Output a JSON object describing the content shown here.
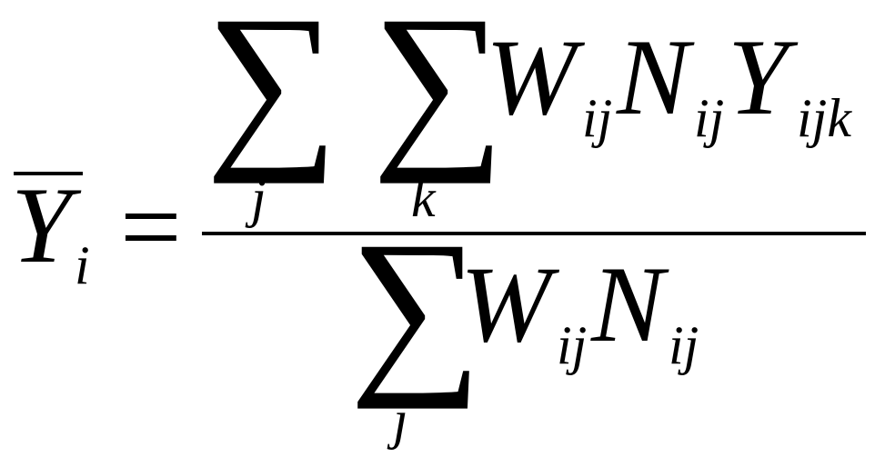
{
  "formula": {
    "lhs": {
      "symbol": "Y",
      "subscript": "i",
      "has_bar": true
    },
    "equals": "=",
    "numerator": {
      "sum1": {
        "symbol": "∑",
        "index": "j"
      },
      "sum2": {
        "symbol": "∑",
        "index": "k"
      },
      "terms": [
        {
          "symbol": "W",
          "subscript": "ij"
        },
        {
          "symbol": "N",
          "subscript": "ij"
        },
        {
          "symbol": "Y",
          "subscript": "ijk"
        }
      ]
    },
    "denominator": {
      "sum": {
        "symbol": "∑",
        "index": "j"
      },
      "terms": [
        {
          "symbol": "W",
          "subscript": "ij"
        },
        {
          "symbol": "N",
          "subscript": "ij"
        }
      ]
    }
  }
}
